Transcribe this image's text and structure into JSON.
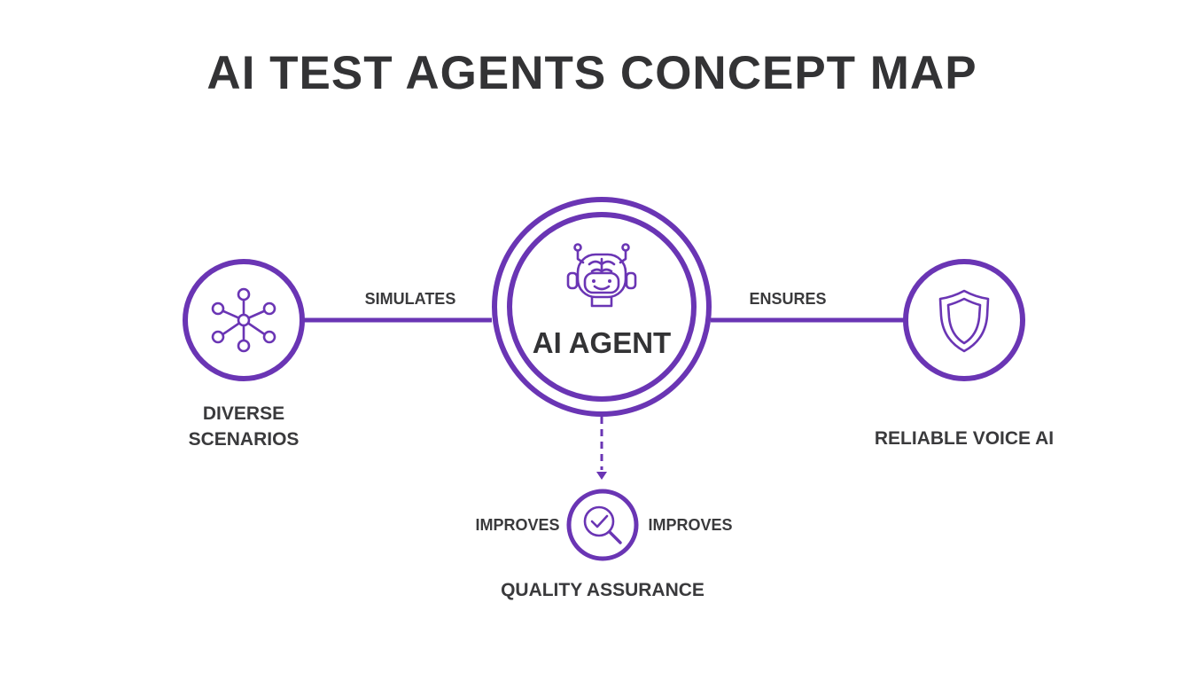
{
  "title": "AI TEST AGENTS CONCEPT MAP",
  "colors": {
    "accent": "#6a35b4",
    "text": "#3a3a3c",
    "background": "#ffffff"
  },
  "nodes": {
    "center": {
      "label": "AI AGENT",
      "icon": "robot-icon"
    },
    "left": {
      "label_line1": "DIVERSE",
      "label_line2": "SCENARIOS",
      "icon": "network-icon"
    },
    "right": {
      "label": "RELIABLE VOICE AI",
      "icon": "shield-icon"
    },
    "bottom": {
      "label": "QUALITY ASSURANCE",
      "icon": "magnifier-check-icon"
    }
  },
  "edges": {
    "simulates": "SIMULATES",
    "ensures": "ENSURES",
    "improves_left": "IMPROVES",
    "improves_right": "IMPROVES"
  }
}
